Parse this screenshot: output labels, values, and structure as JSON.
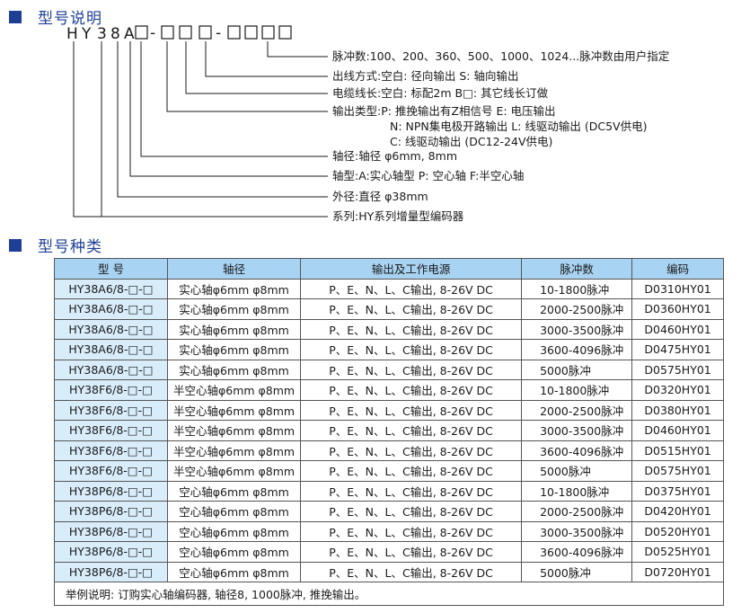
{
  "section1": {
    "title": "型号说明"
  },
  "model_code": {
    "prefix": [
      "H",
      "Y",
      "3",
      "8",
      "A"
    ],
    "dashes": [
      "-",
      "-"
    ]
  },
  "explanations": [
    "脉冲数:100、200、360、500、1000、1024...脉冲数由用户指定",
    "出线方式:空白: 径向输出   S: 轴向输出",
    "电缆线长:空白: 标配2m   B□: 其它线长订做",
    "输出类型:P: 推挽输出有Z相信号   E: 电压输出",
    "N: NPN集电极开路输出 L: 线驱动输出 (DC5V供电)",
    "C: 线驱动输出 (DC12-24V供电)",
    "轴径:轴径 φ6mm, 8mm",
    "轴型:A:实心轴型 P: 空心轴 F:半空心轴",
    "外径:直径 φ38mm",
    "系列:HY系列增量型编码器"
  ],
  "section2": {
    "title": "型号种类"
  },
  "table": {
    "headers": [
      "型 号",
      "轴径",
      "输出及工作电源",
      "脉冲数",
      "编码"
    ],
    "rows": [
      [
        "HY38A6/8-□-□",
        "实心轴φ6mm φ8mm",
        "P、E、N、L、C输出, 8-26V DC",
        "10-1800脉冲",
        "D0310HY01"
      ],
      [
        "HY38A6/8-□-□",
        "实心轴φ6mm φ8mm",
        "P、E、N、L、C输出, 8-26V DC",
        "2000-2500脉冲",
        "D0360HY01"
      ],
      [
        "HY38A6/8-□-□",
        "实心轴φ6mm φ8mm",
        "P、E、N、L、C输出, 8-26V DC",
        "3000-3500脉冲",
        "D0460HY01"
      ],
      [
        "HY38A6/8-□-□",
        "实心轴φ6mm φ8mm",
        "P、E、N、L、C输出, 8-26V DC",
        "3600-4096脉冲",
        "D0475HY01"
      ],
      [
        "HY38A6/8-□-□",
        "实心轴φ6mm φ8mm",
        "P、E、N、L、C输出, 8-26V DC",
        "5000脉冲",
        "D0575HY01"
      ],
      [
        "HY38F6/8-□-□",
        "半空心轴φ6mm φ8mm",
        "P、E、N、L、C输出, 8-26V DC",
        "10-1800脉冲",
        "D0320HY01"
      ],
      [
        "HY38F6/8-□-□",
        "半空心轴φ6mm φ8mm",
        "P、E、N、L、C输出, 8-26V DC",
        "2000-2500脉冲",
        "D0380HY01"
      ],
      [
        "HY38F6/8-□-□",
        "半空心轴φ6mm φ8mm",
        "P、E、N、L、C输出, 8-26V DC",
        "3000-3500脉冲",
        "D0460HY01"
      ],
      [
        "HY38F6/8-□-□",
        "半空心轴φ6mm φ8mm",
        "P、E、N、L、C输出, 8-26V DC",
        "3600-4096脉冲",
        "D0515HY01"
      ],
      [
        "HY38F6/8-□-□",
        "半空心轴φ6mm φ8mm",
        "P、E、N、L、C输出, 8-26V DC",
        "5000脉冲",
        "D0575HY01"
      ],
      [
        "HY38P6/8-□-□",
        "空心轴φ6mm φ8mm",
        "P、E、N、L、C输出, 8-26V DC",
        "10-1800脉冲",
        "D0375HY01"
      ],
      [
        "HY38P6/8-□-□",
        "空心轴φ6mm φ8mm",
        "P、E、N、L、C输出, 8-26V DC",
        "2000-2500脉冲",
        "D0420HY01"
      ],
      [
        "HY38P6/8-□-□",
        "空心轴φ6mm φ8mm",
        "P、E、N、L、C输出, 8-26V DC",
        "3000-3500脉冲",
        "D0520HY01"
      ],
      [
        "HY38P6/8-□-□",
        "空心轴φ6mm φ8mm",
        "P、E、N、L、C输出, 8-26V DC",
        "3600-4096脉冲",
        "D0525HY01"
      ],
      [
        "HY38P6/8-□-□",
        "空心轴φ6mm φ8mm",
        "P、E、N、L、C输出, 8-26V DC",
        "5000脉冲",
        "D0720HY01"
      ]
    ],
    "note": "举例说明: 订购实心轴编码器, 轴径8, 1000脉冲, 推挽输出。"
  },
  "colors": {
    "accent": "#1f3f96",
    "header_bg": "#a9d3f2",
    "first_col_bg": "#d8ecfa"
  }
}
